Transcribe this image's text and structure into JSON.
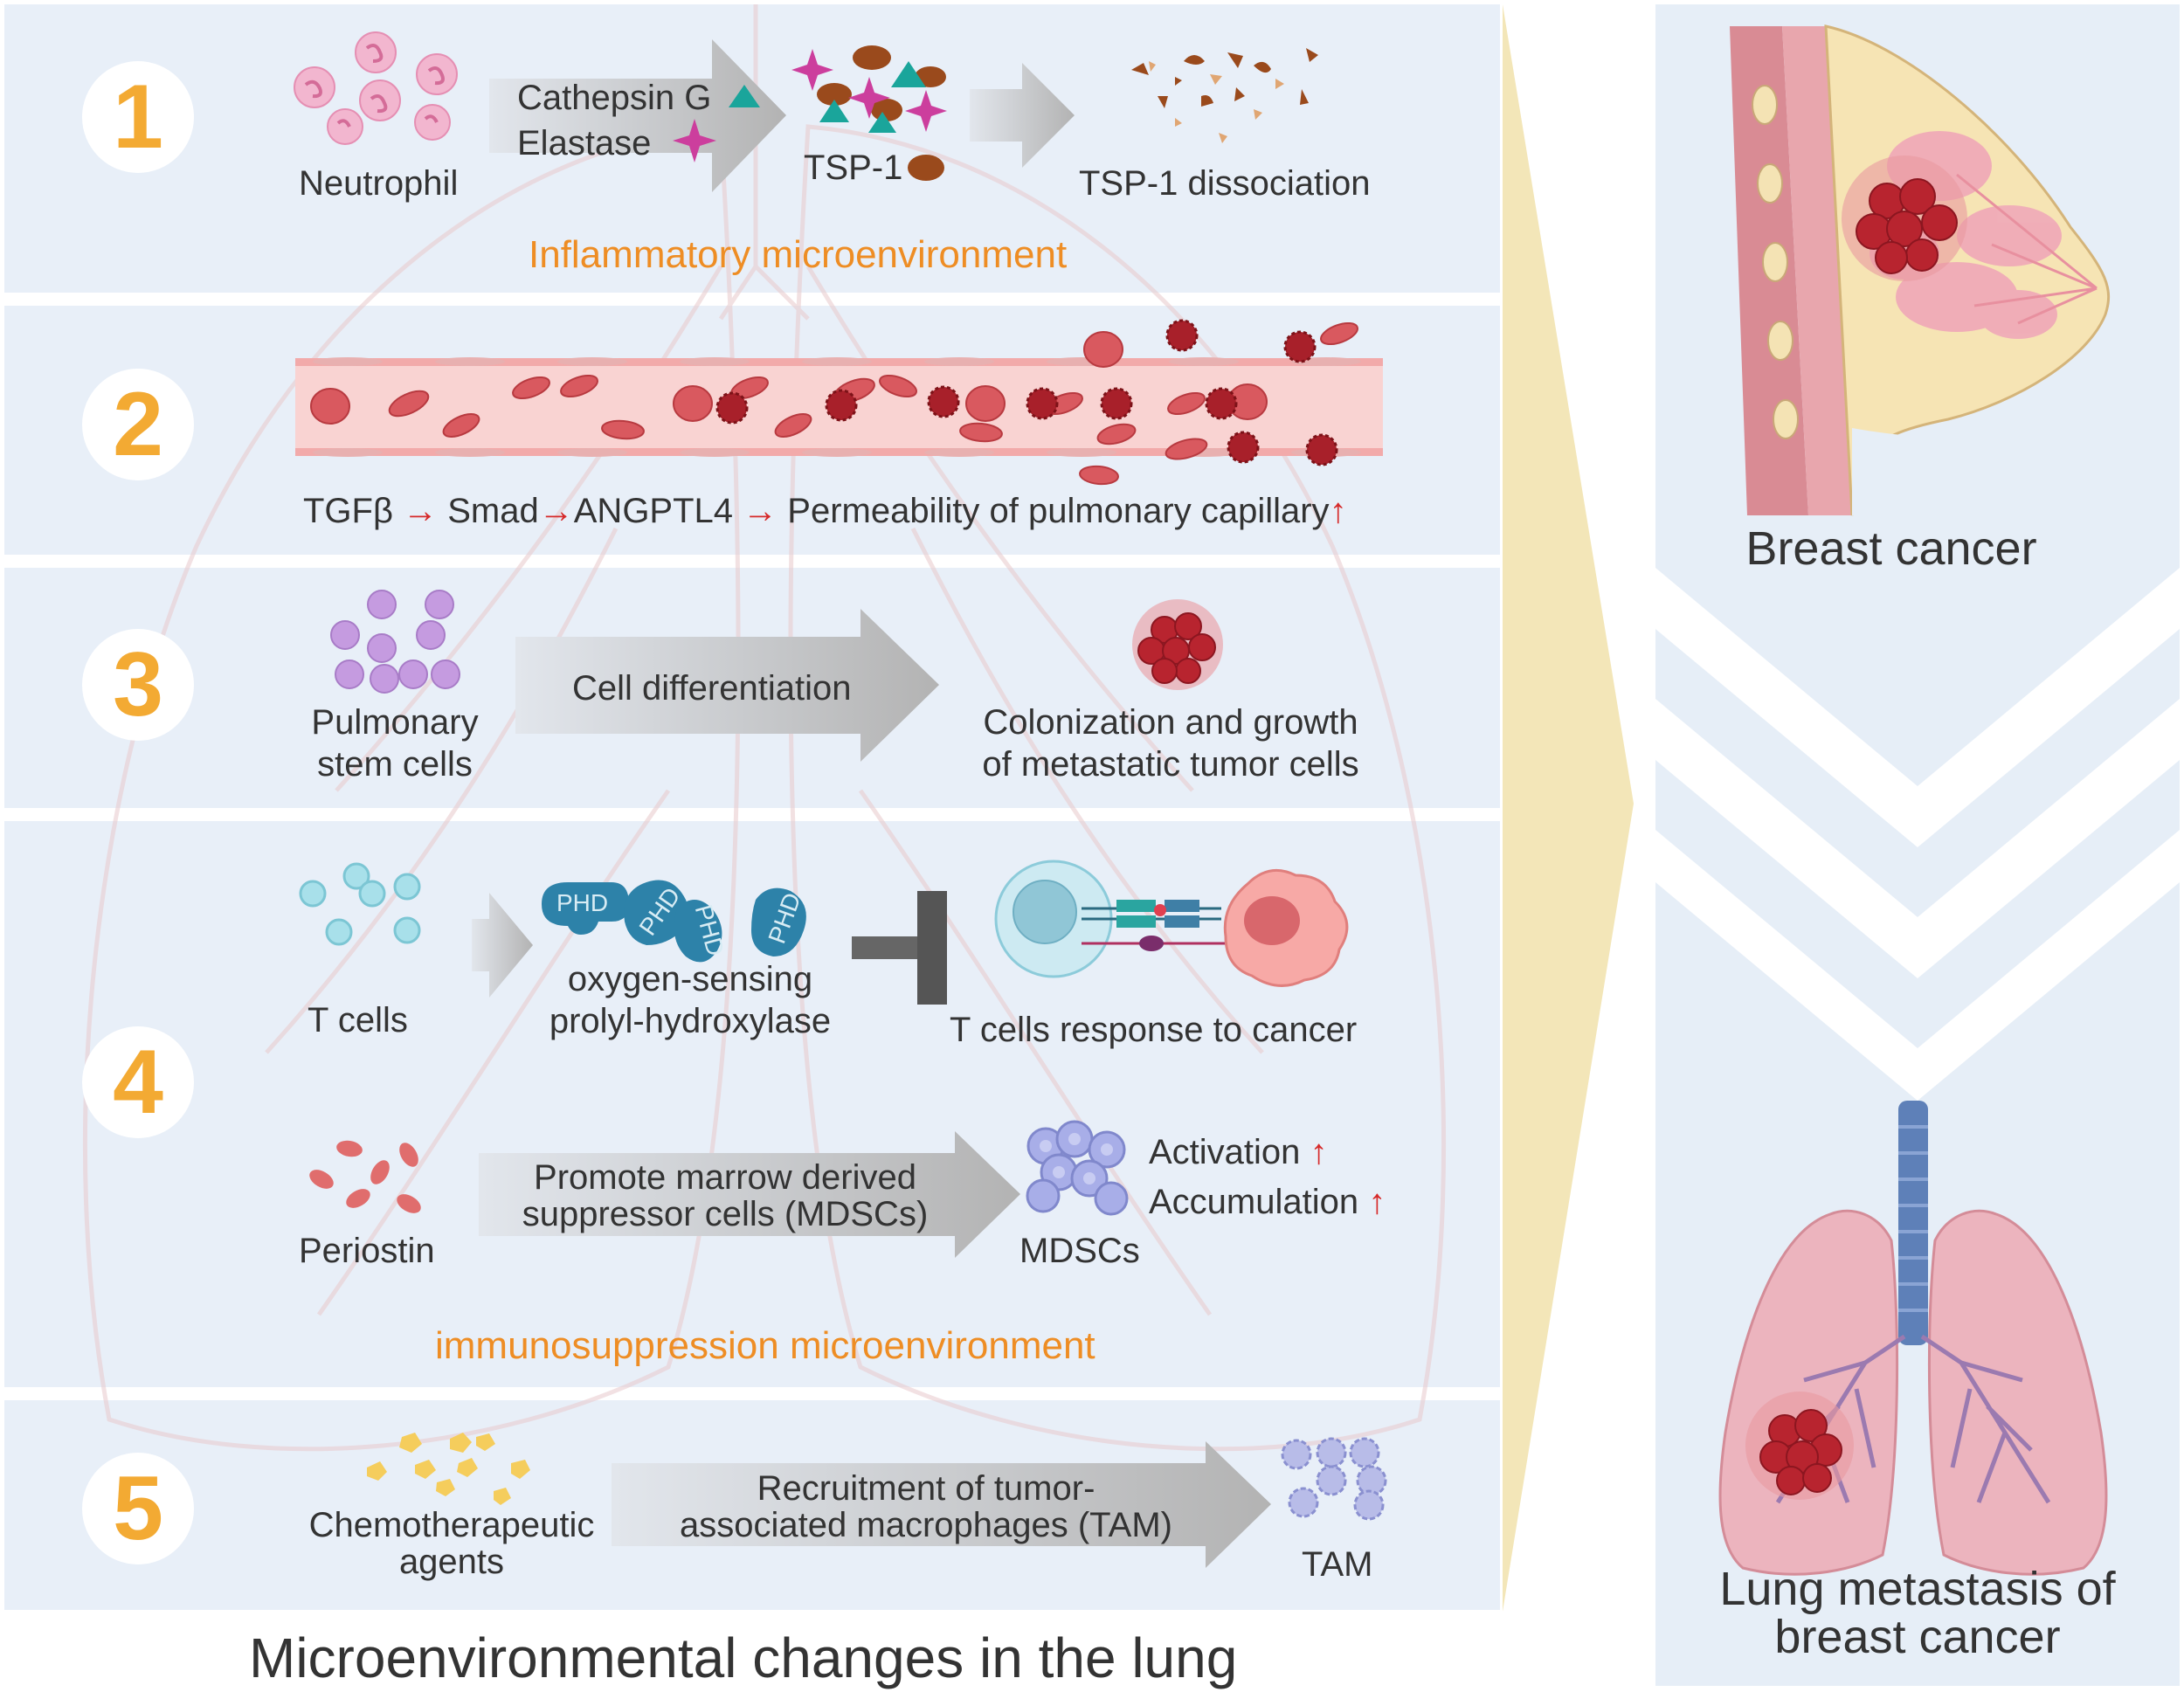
{
  "colors": {
    "panel_bg": "#e8eff8",
    "number": "#f3aa33",
    "orange_text": "#ee8d24",
    "red_arrow": "#d62a2a",
    "gray_arrow": "#b8b8b8",
    "right_bg": "#e6eef7",
    "connector": "#f3e6b8",
    "tumor": "#b8242f",
    "rbc": "#d9595f",
    "vessel": "#f6c8c8"
  },
  "panels": [
    {
      "number": "1",
      "neutrophil": "Neutrophil",
      "enzyme1": "Cathepsin G",
      "enzyme2": "Elastase",
      "tsp1": "TSP-1",
      "result": "TSP-1 dissociation",
      "context": "Inflammatory microenvironment"
    },
    {
      "number": "2",
      "pathway": [
        "TGFβ",
        "Smad",
        "ANGPTL4",
        "Permeability of pulmonary capillary"
      ]
    },
    {
      "number": "3",
      "source_line1": "Pulmonary",
      "source_line2": "stem cells",
      "process": "Cell differentiation",
      "result_line1": "Colonization and growth",
      "result_line2": "of metastatic tumor cells"
    },
    {
      "number": "4",
      "tcells": "T cells",
      "phd_label": "PHD",
      "enzyme_line1": "oxygen-sensing",
      "enzyme_line2": "prolyl-hydroxylase",
      "response": "T cells response to cancer",
      "periostin": "Periostin",
      "promote_line1": "Promote marrow derived",
      "promote_line2": "suppressor cells (MDSCs)",
      "mdscs": "MDSCs",
      "activation": "Activation",
      "accumulation": "Accumulation",
      "context": "immunosuppression microenvironment"
    },
    {
      "number": "5",
      "agent_line1": "Chemotherapeutic",
      "agent_line2": "agents",
      "recruit_line1": "Recruitment of tumor-",
      "recruit_line2": "associated macrophages (TAM)",
      "tam": "TAM"
    }
  ],
  "footer": "Microenvironmental changes in the lung",
  "right": {
    "top_label": "Breast cancer",
    "bottom_line1": "Lung metastasis of",
    "bottom_line2": "breast cancer"
  }
}
